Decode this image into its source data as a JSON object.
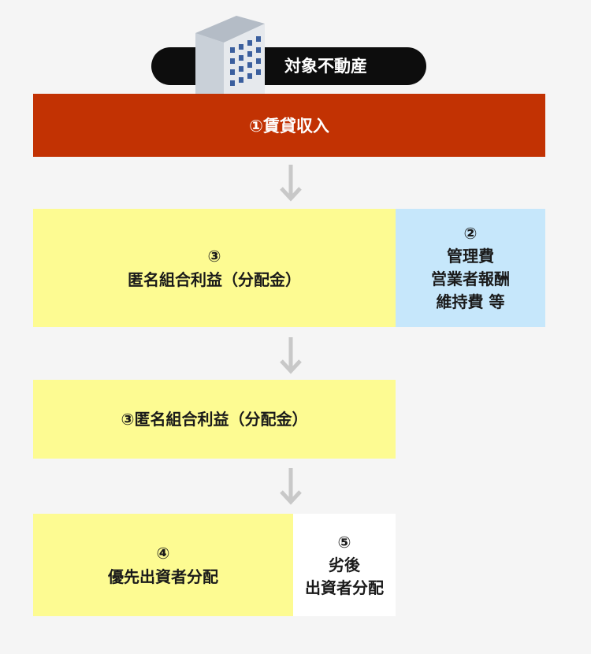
{
  "header": {
    "label": "対象不動産"
  },
  "step1": {
    "label": "①賃貸収入"
  },
  "row2": {
    "left_number": "③",
    "left_label": "匿名組合利益（分配金）",
    "right_number": "②",
    "right_lines": [
      "管理費",
      "営業者報酬",
      "維持費 等"
    ]
  },
  "row3": {
    "label": "③匿名組合利益（分配金）"
  },
  "row4": {
    "left_number": "④",
    "left_label": "優先出資者分配",
    "right_number": "⑤",
    "right_lines": [
      "劣後",
      "出資者分配"
    ]
  },
  "colors": {
    "background": "#f5f5f5",
    "pill": "#0d0d0d",
    "income_bar": "#c23203",
    "profit_box": "#fdfb92",
    "cost_box": "#c6e7fb",
    "subordinate_box": "#ffffff",
    "arrow": "#c8c8c8"
  },
  "icons": {
    "building": "building-icon",
    "arrow": "arrow-down-icon"
  }
}
